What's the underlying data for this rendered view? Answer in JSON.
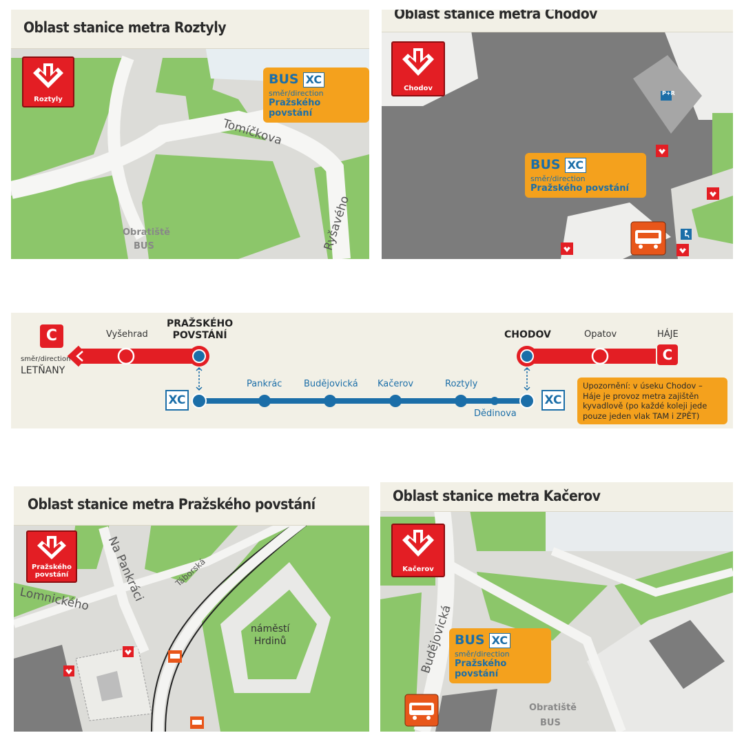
{
  "panels": {
    "roztyly": {
      "title": "Oblast stanice metra Roztyly",
      "metro_label": "Roztyly",
      "streets": [
        "Tomíčkova",
        "Ryšavého"
      ],
      "terminus": [
        "Obratiště",
        "BUS"
      ],
      "bus": {
        "label": "BUS",
        "line": "XC",
        "direction": "směr/direction",
        "destination": "Pražského povstání"
      }
    },
    "chodov": {
      "title": "Oblast stanice metra Chodov",
      "metro_label": "Chodov",
      "parking": "P+R",
      "bus": {
        "label": "BUS",
        "line": "XC",
        "direction": "směr/direction",
        "destination": "Pražského povstání"
      }
    },
    "prazskeho": {
      "title": "Oblast stanice metra Pražského povstání",
      "metro_label": [
        "Pražského",
        "povstání"
      ],
      "streets": [
        "Na Pankráci",
        "Lomnického",
        "Táborská"
      ],
      "square": [
        "náměstí",
        "Hrdinů"
      ]
    },
    "kacerov": {
      "title": "Oblast stanice metra Kačerov",
      "metro_label": "Kačerov",
      "streets": [
        "Budějovická"
      ],
      "terminus": [
        "Obratiště",
        "BUS"
      ],
      "bus": {
        "label": "BUS",
        "line": "XC",
        "direction": "směr/direction",
        "destination": "Pražského povstání"
      }
    }
  },
  "diagram": {
    "metro_line": "C",
    "left_direction": "směr/direction",
    "left_terminus": "LETŇANY",
    "right_terminus": "HÁJE",
    "metro_stations": [
      "Vyšehrad",
      "PRAŽSKÉHO POVSTÁNÍ",
      "CHODOV",
      "Opatov"
    ],
    "transfer_left": [
      "PRAŽSKÉHO",
      "POVSTÁNÍ"
    ],
    "transfer_right": "CHODOV",
    "bus_line": "XC",
    "bus_stops": [
      "Pankrác",
      "Budějovická",
      "Kačerov",
      "Roztyly",
      "Dědinova"
    ],
    "note": "Upozornění: v úseku Chodov – Háje je provoz metra zajištěn kyvadlově (po každé koleji jede pouze jeden vlak TAM i ZPĚT)",
    "colors": {
      "metro": "#e31e24",
      "bus": "#1b6ea8",
      "note": "#f4a11d"
    }
  }
}
